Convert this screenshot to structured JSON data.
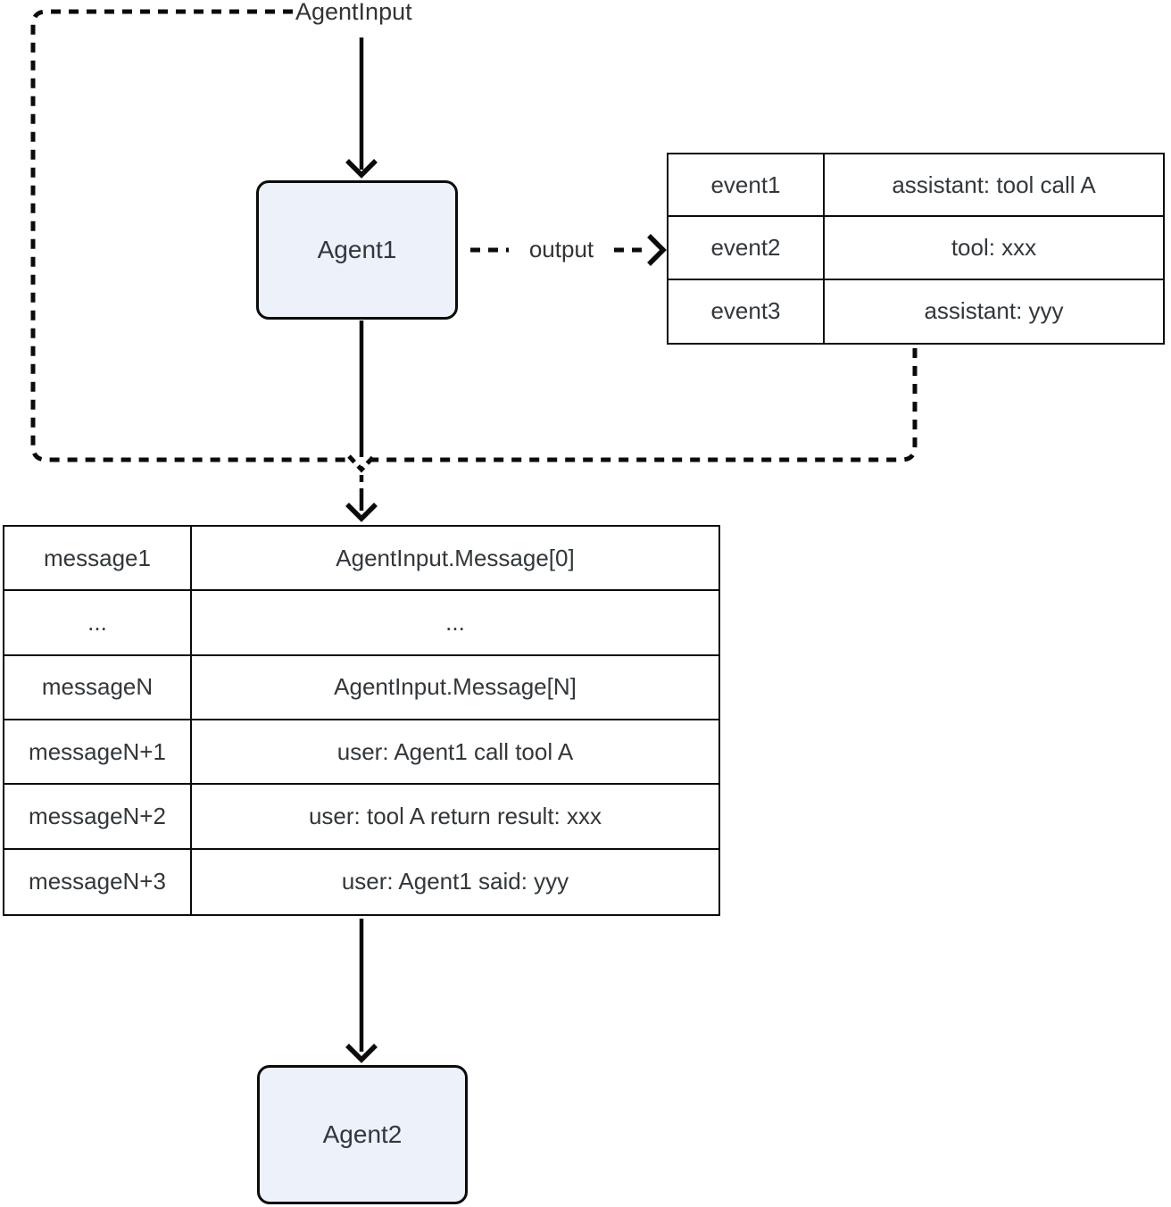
{
  "labels": {
    "agent_input": "AgentInput",
    "output": "output"
  },
  "nodes": {
    "agent1": "Agent1",
    "agent2": "Agent2"
  },
  "event_table": {
    "rows": [
      {
        "key": "event1",
        "value": "assistant: tool call A"
      },
      {
        "key": "event2",
        "value": "tool: xxx"
      },
      {
        "key": "event3",
        "value": "assistant: yyy"
      }
    ]
  },
  "message_table": {
    "rows": [
      {
        "key": "message1",
        "value": "AgentInput.Message[0]"
      },
      {
        "key": "...",
        "value": "..."
      },
      {
        "key": "messageN",
        "value": "AgentInput.Message[N]"
      },
      {
        "key": "messageN+1",
        "value": "user: Agent1 call tool A"
      },
      {
        "key": "messageN+2",
        "value": "user: tool A return result: xxx"
      },
      {
        "key": "messageN+3",
        "value": "user: Agent1 said: yyy"
      }
    ]
  },
  "colors": {
    "node_fill": "#ECF1FA",
    "line": "#000000",
    "text": "#333333"
  }
}
